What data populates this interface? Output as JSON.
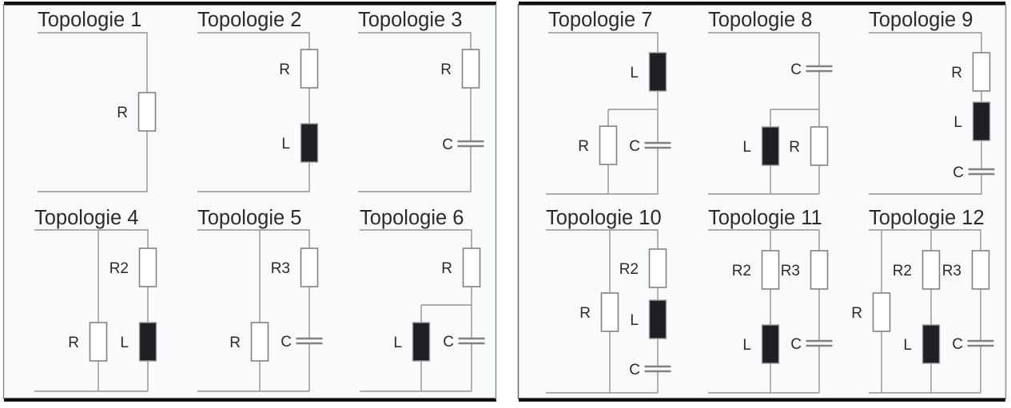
{
  "figure": {
    "colors": {
      "panel_background": "#f9fafb",
      "panel_border_thick": "#0f0f0f",
      "panel_border_thin": "#8a8a8a",
      "wire": "#949494",
      "resistor_fill": "#ffffff",
      "inductor_fill": "#1f2026",
      "text": "#2b2b2b"
    }
  },
  "panels": [
    {
      "name": "left",
      "topologies": [
        {
          "title": "Topologie 1",
          "components": [
            {
              "label": "R",
              "type": "resistor"
            }
          ]
        },
        {
          "title": "Topologie 2",
          "components": [
            {
              "label": "R",
              "type": "resistor"
            },
            {
              "label": "L",
              "type": "inductor"
            }
          ]
        },
        {
          "title": "Topologie 3",
          "components": [
            {
              "label": "R",
              "type": "resistor"
            },
            {
              "label": "C",
              "type": "capacitor"
            }
          ]
        },
        {
          "title": "Topologie 4",
          "components": [
            {
              "label": "R",
              "type": "resistor"
            },
            {
              "label": "R2",
              "type": "resistor"
            },
            {
              "label": "L",
              "type": "inductor"
            }
          ]
        },
        {
          "title": "Topologie 5",
          "components": [
            {
              "label": "R",
              "type": "resistor"
            },
            {
              "label": "R3",
              "type": "resistor"
            },
            {
              "label": "C",
              "type": "capacitor"
            }
          ]
        },
        {
          "title": "Topologie 6",
          "components": [
            {
              "label": "R",
              "type": "resistor"
            },
            {
              "label": "L",
              "type": "inductor"
            },
            {
              "label": "C",
              "type": "capacitor"
            }
          ]
        }
      ]
    },
    {
      "name": "right",
      "topologies": [
        {
          "title": "Topologie 7",
          "components": [
            {
              "label": "L",
              "type": "inductor"
            },
            {
              "label": "R",
              "type": "resistor"
            },
            {
              "label": "C",
              "type": "capacitor"
            }
          ]
        },
        {
          "title": "Topologie 8",
          "components": [
            {
              "label": "C",
              "type": "capacitor"
            },
            {
              "label": "L",
              "type": "inductor"
            },
            {
              "label": "R",
              "type": "resistor"
            }
          ]
        },
        {
          "title": "Topologie 9",
          "components": [
            {
              "label": "R",
              "type": "resistor"
            },
            {
              "label": "L",
              "type": "inductor"
            },
            {
              "label": "C",
              "type": "capacitor"
            }
          ]
        },
        {
          "title": "Topologie 10",
          "components": [
            {
              "label": "R",
              "type": "resistor"
            },
            {
              "label": "R2",
              "type": "resistor"
            },
            {
              "label": "L",
              "type": "inductor"
            },
            {
              "label": "C",
              "type": "capacitor"
            }
          ]
        },
        {
          "title": "Topologie 11",
          "components": [
            {
              "label": "R2",
              "type": "resistor"
            },
            {
              "label": "R3",
              "type": "resistor"
            },
            {
              "label": "L",
              "type": "inductor"
            },
            {
              "label": "C",
              "type": "capacitor"
            }
          ]
        },
        {
          "title": "Topologie 12",
          "components": [
            {
              "label": "R",
              "type": "resistor"
            },
            {
              "label": "R2",
              "type": "resistor"
            },
            {
              "label": "R3",
              "type": "resistor"
            },
            {
              "label": "L",
              "type": "inductor"
            },
            {
              "label": "C",
              "type": "capacitor"
            }
          ]
        }
      ]
    }
  ]
}
